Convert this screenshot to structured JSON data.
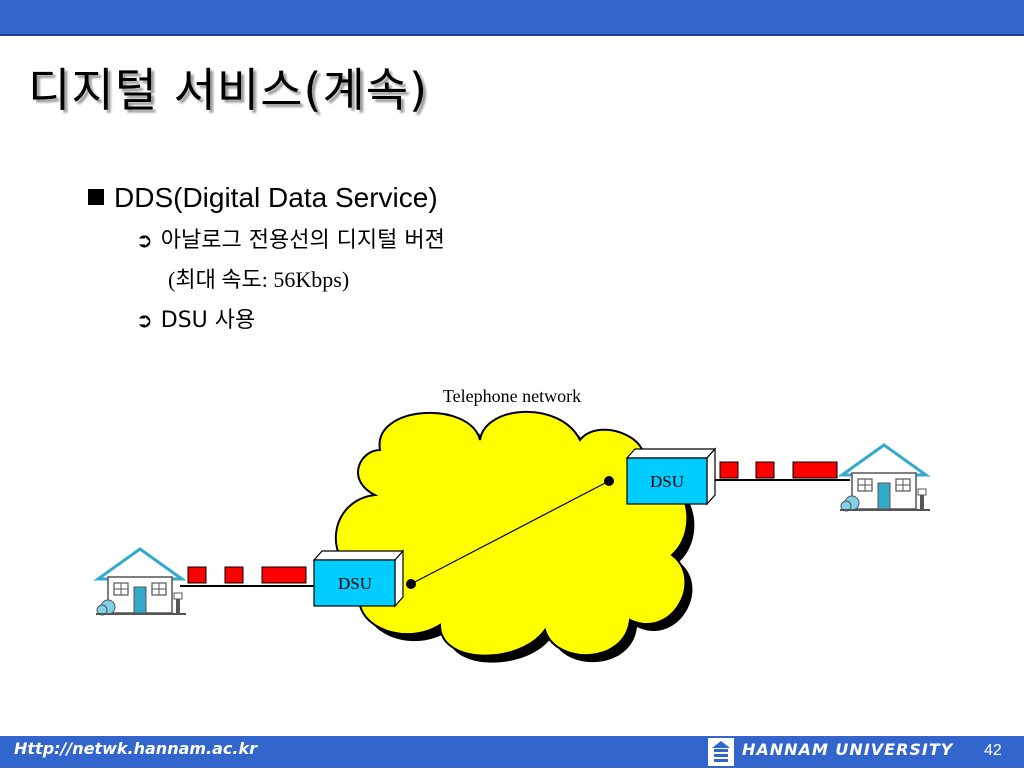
{
  "slide": {
    "title": "디지털 서비스(계속)",
    "bullet_main": "DDS(Digital Data Service)",
    "sub1": "아날로그 전용선의 디지털 버젼",
    "sub1_cont": "(최대 속도: 56Kbps)",
    "sub2": "DSU 사용",
    "sub_bullet_glyph": "➲"
  },
  "diagram": {
    "network_label": "Telephone network",
    "left_device_label": "DSU",
    "right_device_label": "DSU",
    "colors": {
      "cloud": "#ffff00",
      "dsu": "#00ccff",
      "signal": "#ff0000",
      "house_body": "#ffffff",
      "house_trim": "#33aacc"
    }
  },
  "footer": {
    "url": "Http://netwk.hannam.ac.kr",
    "university": "HANNAM UNIVERSITY",
    "page": "42"
  }
}
